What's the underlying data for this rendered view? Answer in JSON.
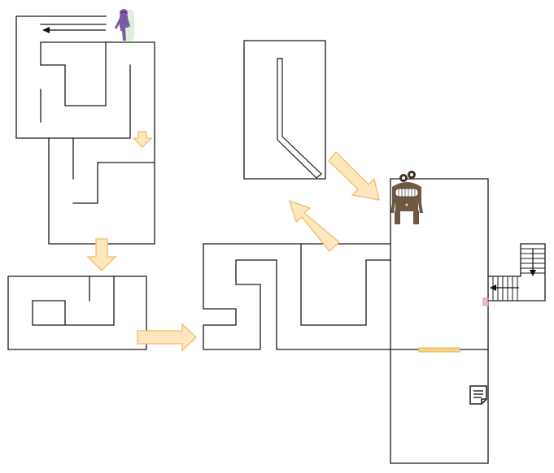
{
  "diagram": {
    "type": "maze-floor-plan",
    "colors": {
      "wall": "#1a1a1a",
      "arrow_fill": "#fde7bf",
      "arrow_stroke": "#f0bd6a",
      "door": "#f4d48a",
      "door_outline": "#e6b55a",
      "marker_pink": "#f2b7c6",
      "figure_purple": "#7a5aa8",
      "figure_ghost": "#d9ecd6",
      "monster_brown": "#6e5844"
    },
    "icons": {
      "top_figure": "purple-ghost-character-icon",
      "monster": "brown-grinning-monster-icon",
      "note": "document-note-icon",
      "stairs": "staircase-icon"
    },
    "flow_arrows": [
      {
        "name": "down-arrow-1",
        "direction": "down"
      },
      {
        "name": "down-arrow-2",
        "direction": "down"
      },
      {
        "name": "right-arrow",
        "direction": "right"
      },
      {
        "name": "up-left-arrow",
        "direction": "up-left"
      },
      {
        "name": "down-right-arrow",
        "direction": "down-right"
      }
    ]
  }
}
